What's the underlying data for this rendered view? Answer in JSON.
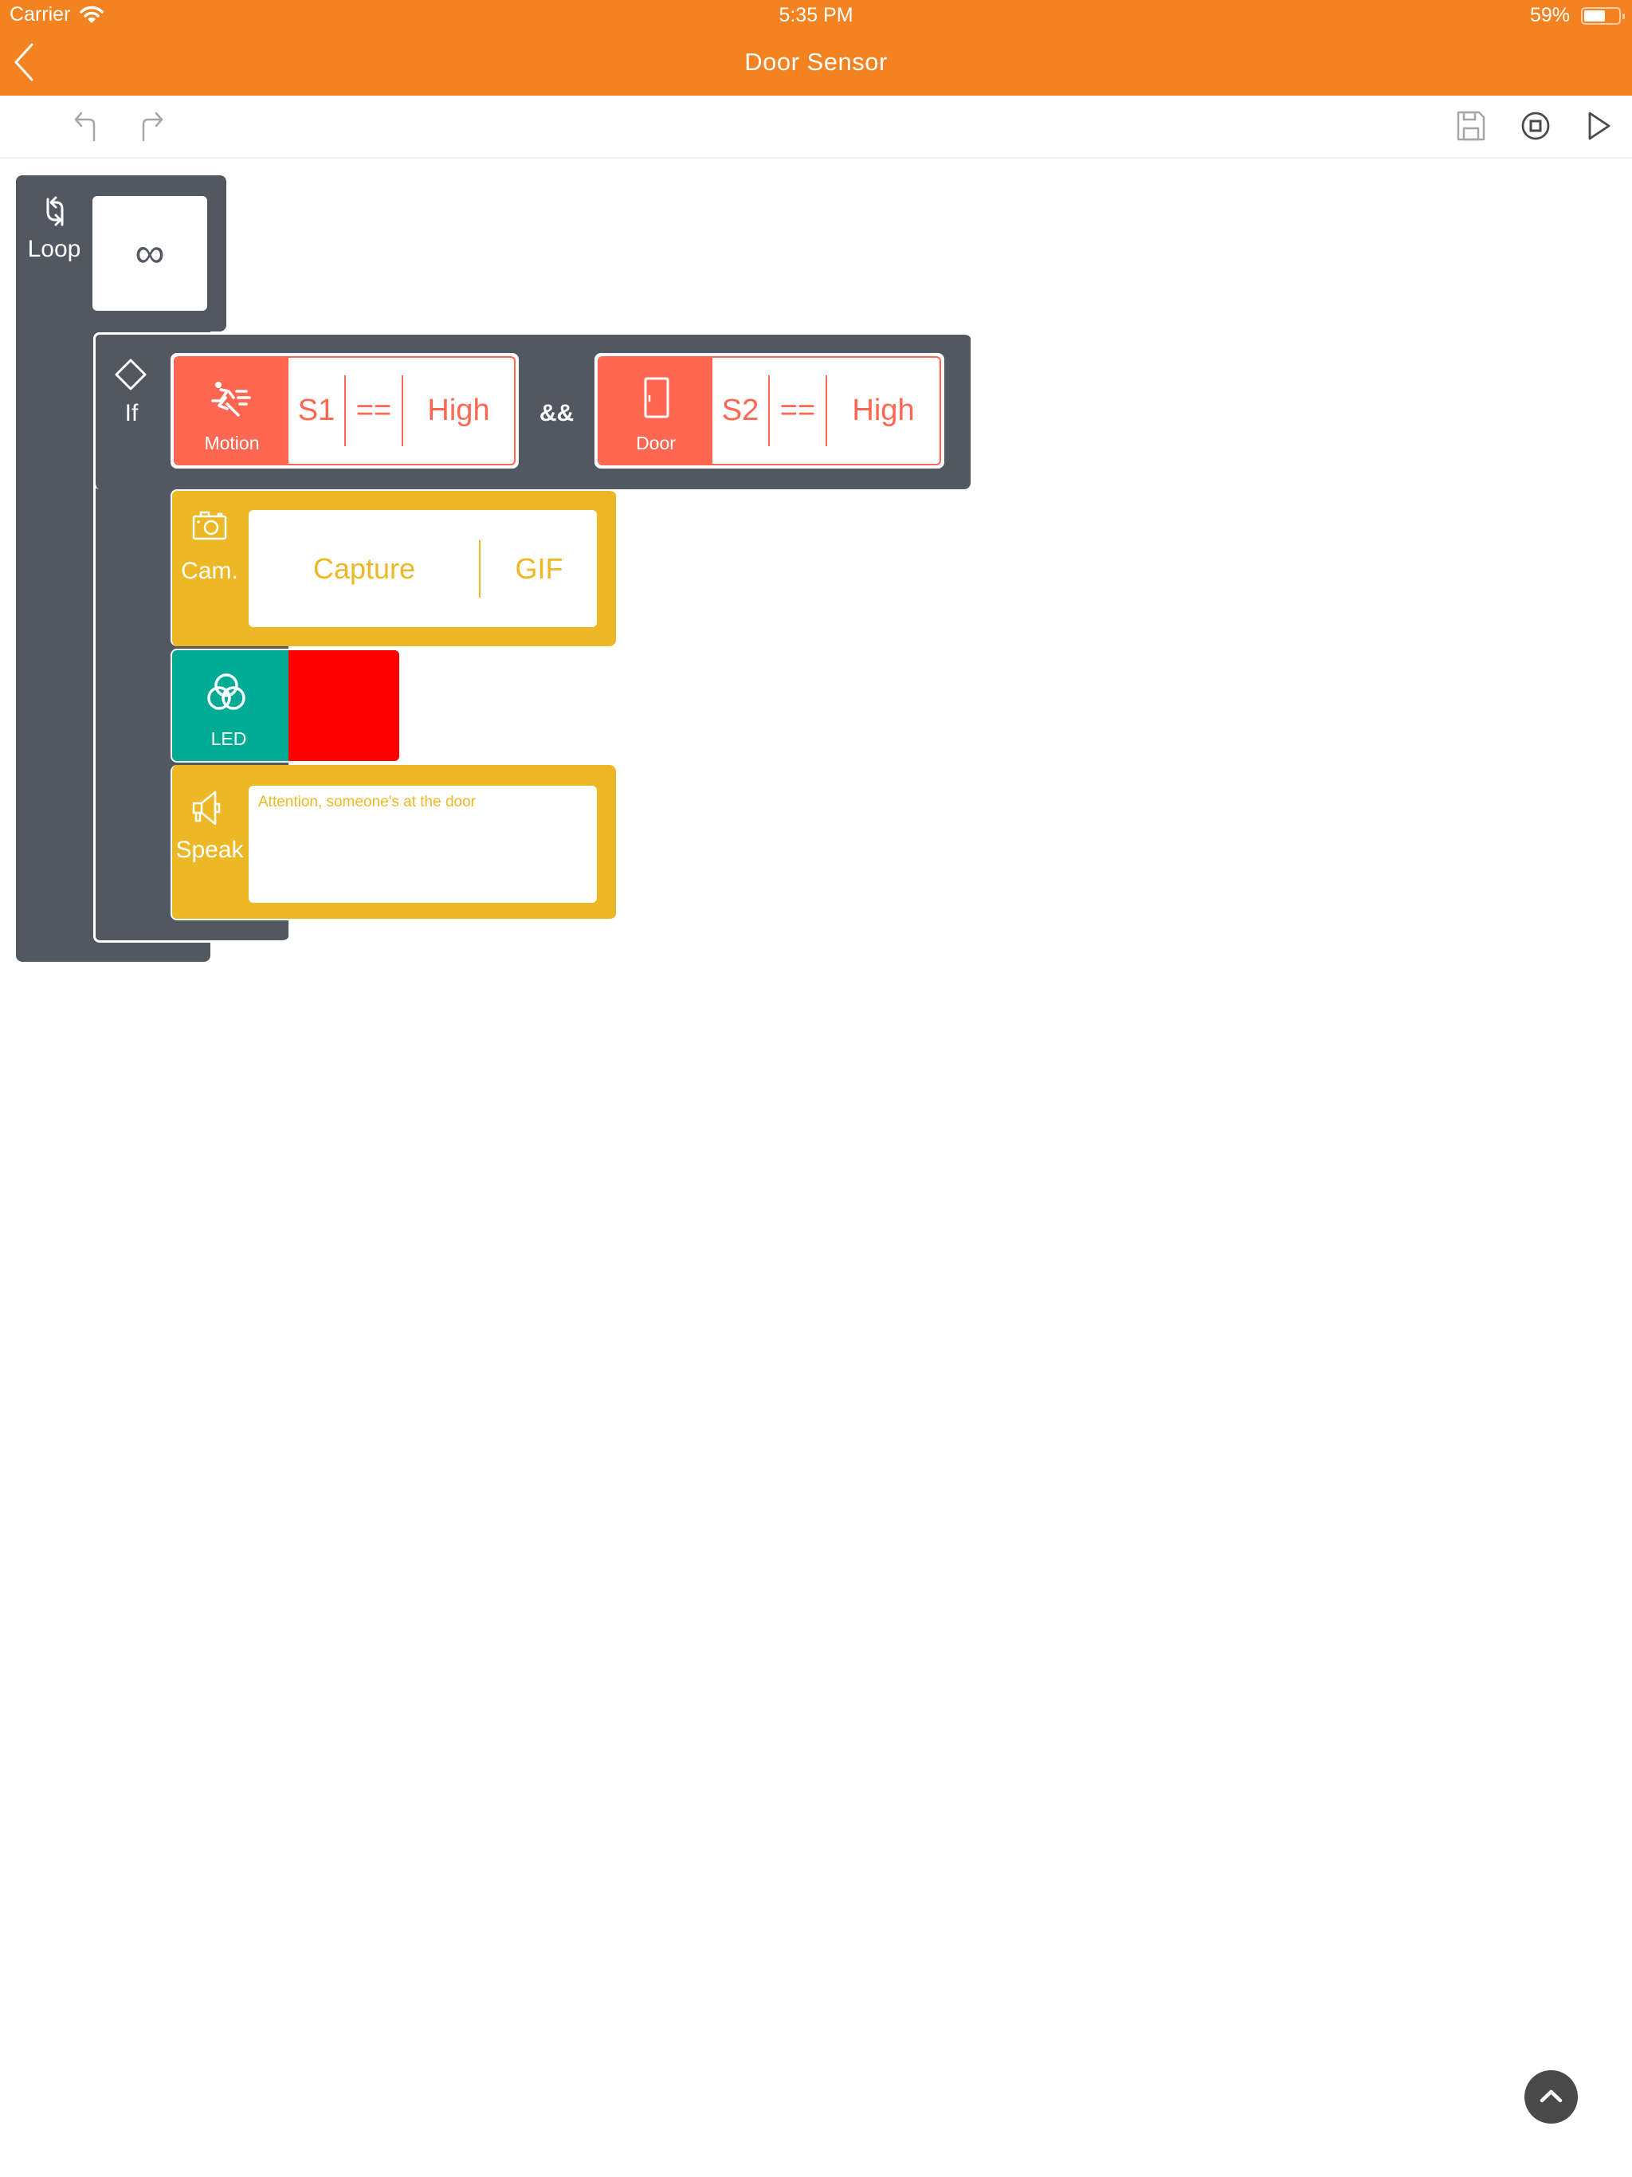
{
  "status_bar": {
    "carrier": "Carrier",
    "time": "5:35 PM",
    "battery_percent": "59%"
  },
  "nav": {
    "title": "Door Sensor",
    "back_icon": "chevron-left-icon",
    "bar_color": "#F38321"
  },
  "toolbar": {
    "left": [
      {
        "name": "undo",
        "icon": "undo-icon"
      },
      {
        "name": "redo",
        "icon": "redo-icon"
      }
    ],
    "right": [
      {
        "name": "save",
        "icon": "save-icon"
      },
      {
        "name": "stop",
        "icon": "stop-icon"
      },
      {
        "name": "run",
        "icon": "play-icon"
      }
    ]
  },
  "program": {
    "loop": {
      "label": "Loop",
      "icon": "loop-icon",
      "value": "∞",
      "color": "#525861"
    },
    "if_block": {
      "label": "If",
      "icon": "diamond-icon",
      "operator": "&&",
      "conditions": [
        {
          "sensor_label": "Motion",
          "icon": "motion-icon",
          "port": "S1",
          "comparator": "==",
          "value": "High",
          "color": "#FF6752"
        },
        {
          "sensor_label": "Door",
          "icon": "door-icon",
          "port": "S2",
          "comparator": "==",
          "value": "High",
          "color": "#FF6752"
        }
      ],
      "actions": {
        "camera": {
          "label": "Cam.",
          "icon": "camera-icon",
          "action": "Capture",
          "format": "GIF",
          "color": "#EDB826"
        },
        "led": {
          "label": "LED",
          "icon": "rgb-circles-icon",
          "block_color": "#00AB96",
          "led_color": "#FF0000"
        },
        "speak": {
          "label": "Speak",
          "icon": "megaphone-icon",
          "text": "Attention, someone's at the door",
          "color": "#EDB826"
        }
      }
    }
  },
  "scroll_top_button": {
    "icon": "chevron-up-icon"
  }
}
